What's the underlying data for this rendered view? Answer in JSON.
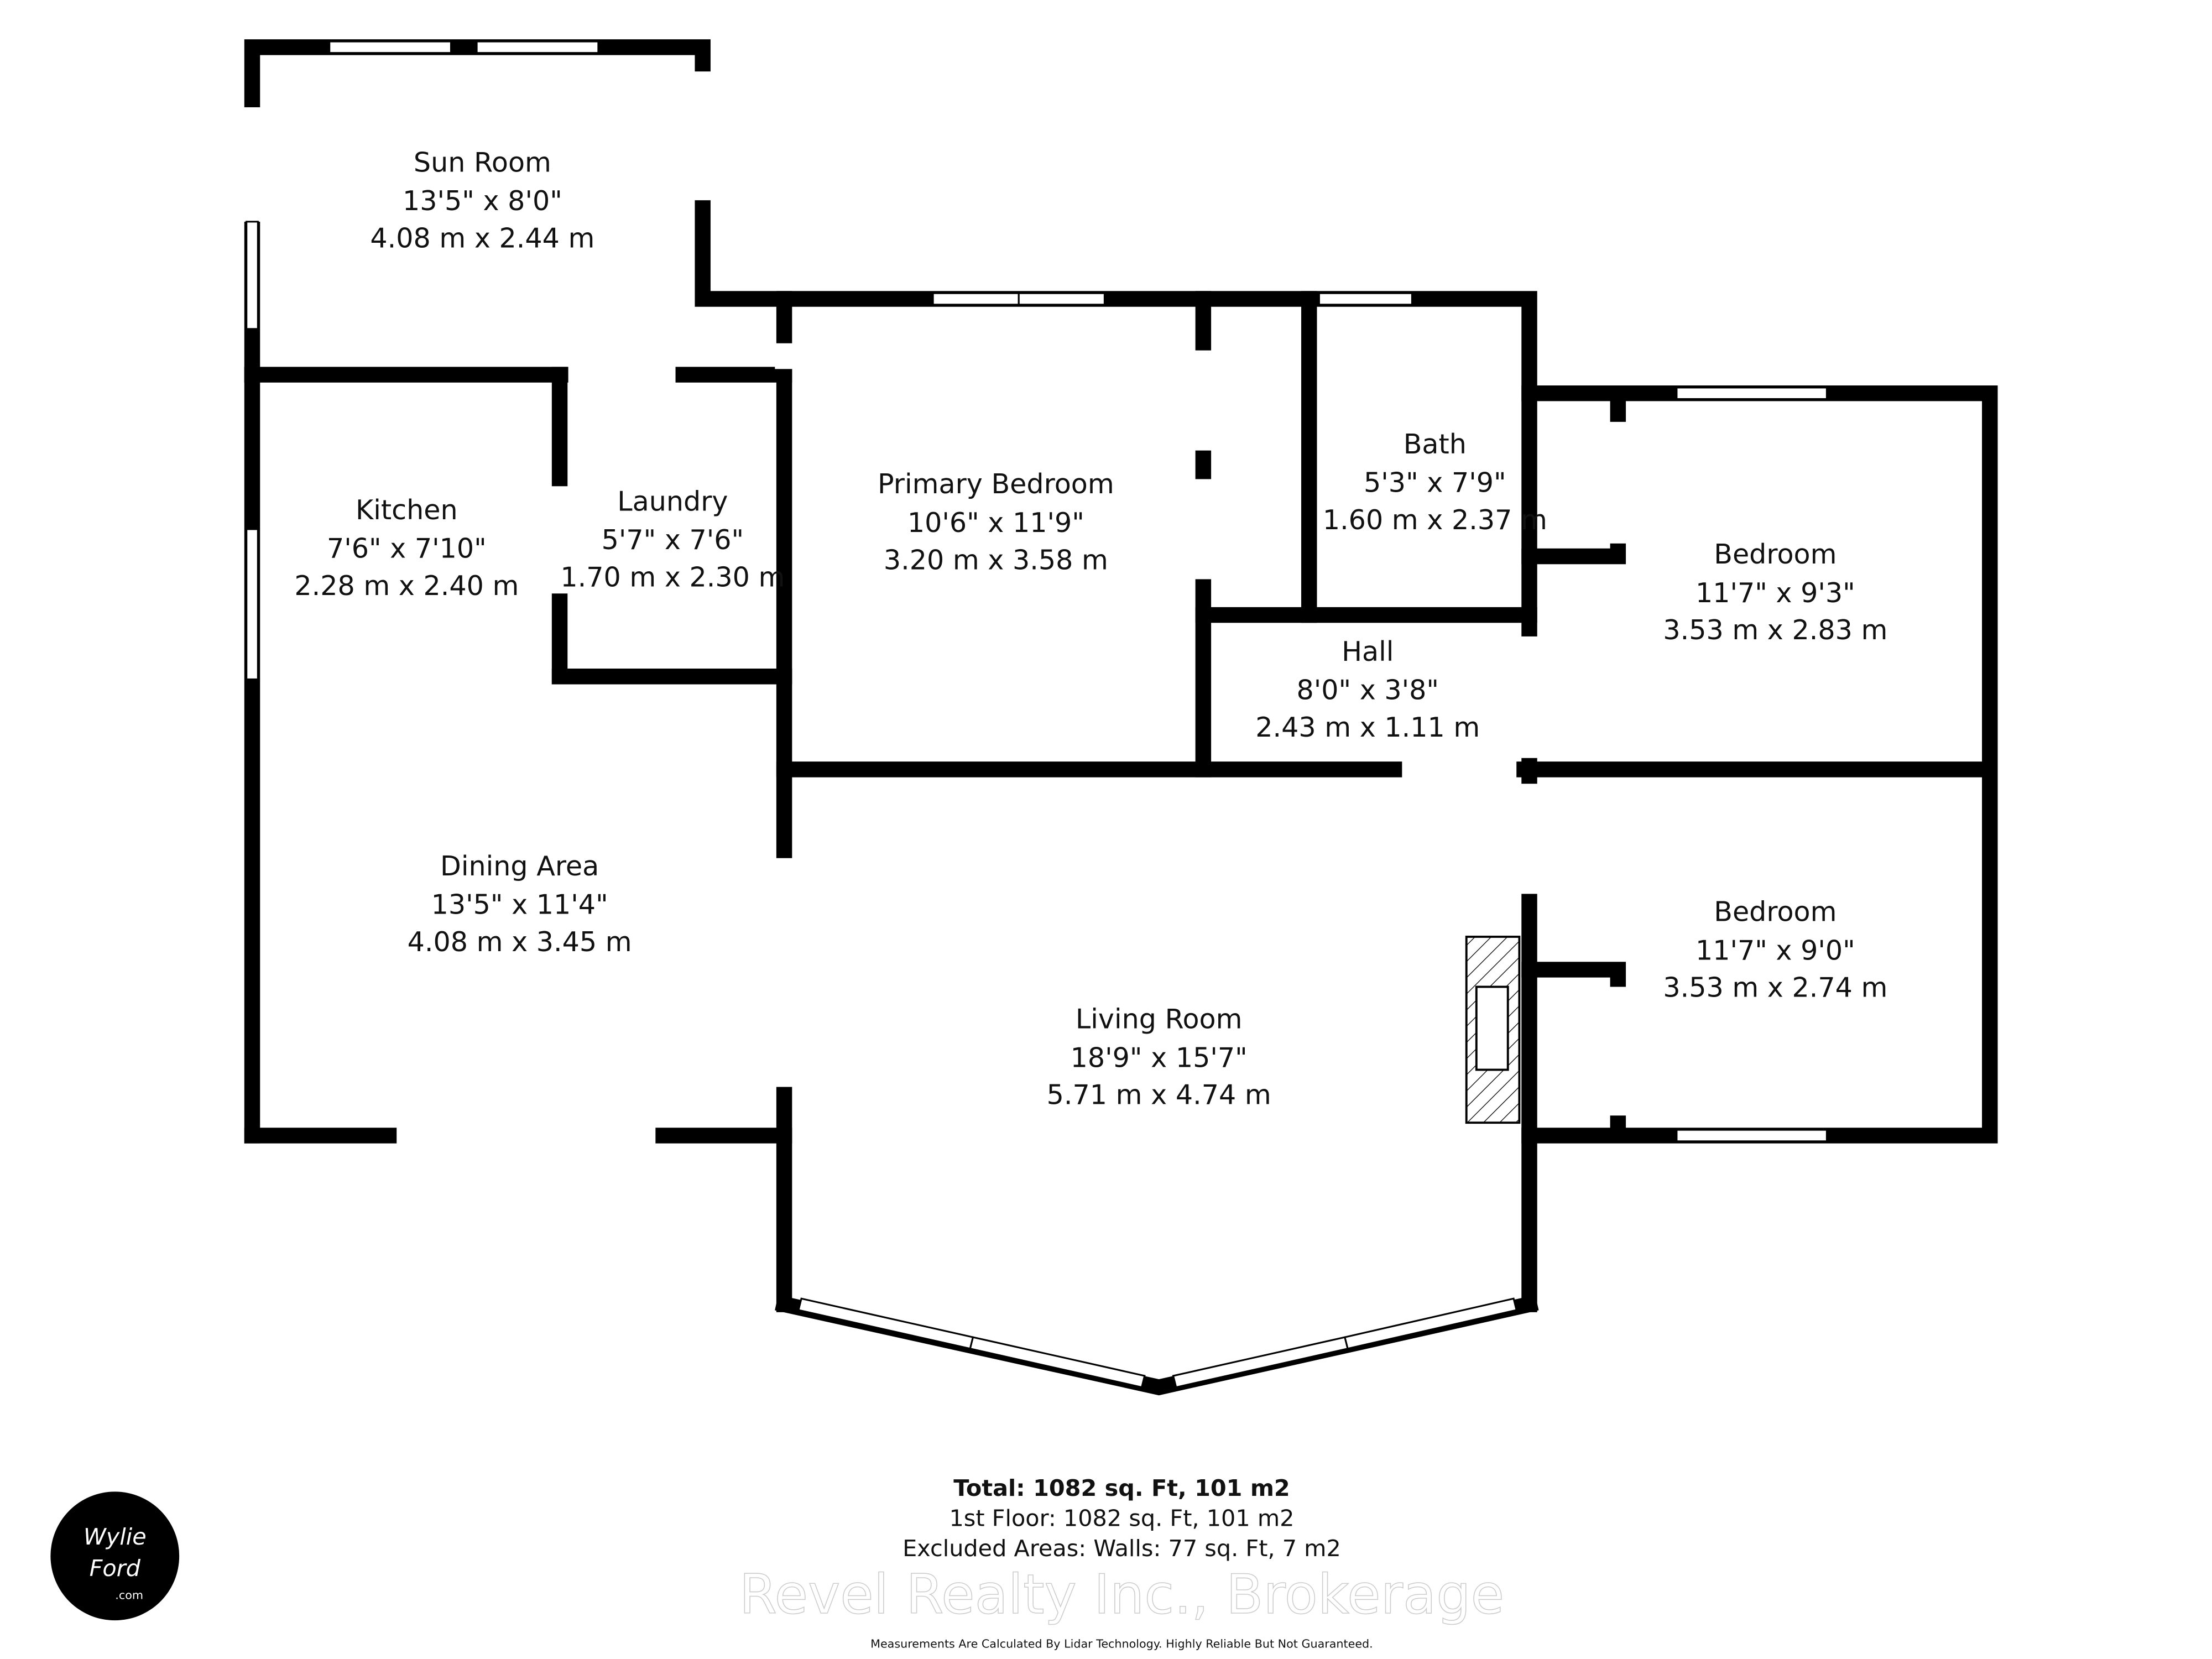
{
  "rooms": [
    {
      "name": "Sun Room",
      "imperial": "13'5\" x 8'0\"",
      "metric": "4.08 m x 2.44 m"
    },
    {
      "name": "Kitchen",
      "imperial": "7'6\" x 7'10\"",
      "metric": "2.28 m x 2.40 m"
    },
    {
      "name": "Laundry",
      "imperial": "5'7\" x 7'6\"",
      "metric": "1.70 m x 2.30 m"
    },
    {
      "name": "Primary Bedroom",
      "imperial": "10'6\" x 11'9\"",
      "metric": "3.20 m x 3.58 m"
    },
    {
      "name": "Bath",
      "imperial": "5'3\" x 7'9\"",
      "metric": "1.60 m x 2.37 m"
    },
    {
      "name": "Hall",
      "imperial": "8'0\" x 3'8\"",
      "metric": "2.43 m x 1.11 m"
    },
    {
      "name": "Bedroom",
      "imperial": "11'7\" x 9'3\"",
      "metric": "3.53 m x 2.83 m"
    },
    {
      "name": "Dining Area",
      "imperial": "13'5\" x 11'4\"",
      "metric": "4.08 m x 3.45 m"
    },
    {
      "name": "Living Room",
      "imperial": "18'9\" x 15'7\"",
      "metric": "5.71 m x 4.74 m"
    },
    {
      "name": "Bedroom",
      "imperial": "11'7\" x 9'0\"",
      "metric": "3.53 m x 2.74 m"
    }
  ],
  "summary": {
    "total": "Total: 1082 sq. Ft, 101 m2",
    "floor": "1st Floor: 1082 sq. Ft, 101 m2",
    "excluded": "Excluded Areas: Walls: 77 sq. Ft, 7 m2",
    "disclaimer": "Measurements Are Calculated By Lidar Technology. Highly Reliable But Not Guaranteed."
  },
  "watermark": "Revel Realty Inc., Brokerage",
  "logo": "Wylie Ford .com"
}
